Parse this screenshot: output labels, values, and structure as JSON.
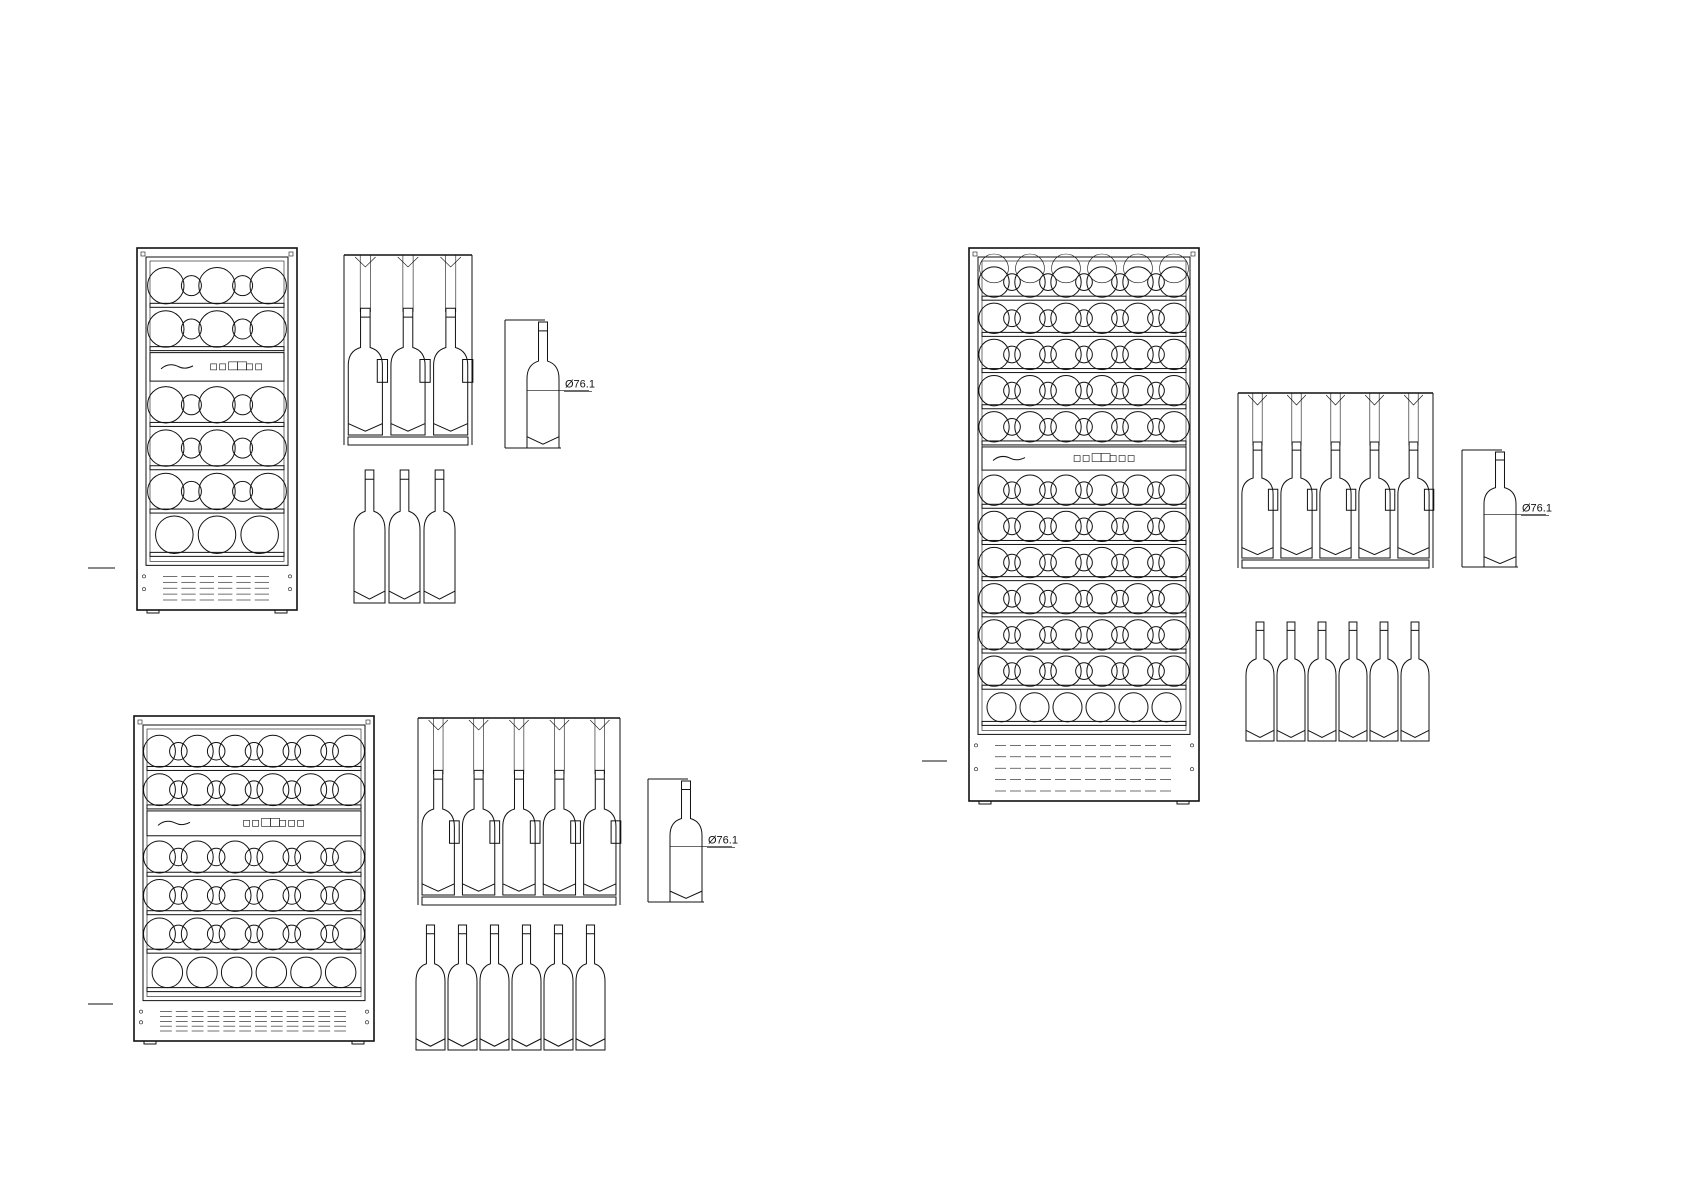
{
  "drawing": {
    "stroke_color": "#111111",
    "background_color": "#ffffff",
    "diameter_label": "Ø76.1",
    "brand_mark_icon": "brand-logo-icon",
    "units": [
      {
        "name": "cabinet-small-dual-zone",
        "columns": 3,
        "upper_shelves": 2,
        "lower_shelves": 4,
        "control_buttons": 6
      },
      {
        "name": "cabinet-wide-dual-zone",
        "columns": 6,
        "upper_shelves": 2,
        "lower_shelves": 4,
        "control_buttons": 7
      },
      {
        "name": "cabinet-tall-dual-zone",
        "columns": 6,
        "upper_shelves": 5,
        "lower_shelves": 7,
        "control_buttons": 7
      }
    ],
    "front_bottle_rows": [
      3,
      6,
      6
    ],
    "side_bottle_rows": [
      3,
      6,
      6
    ]
  }
}
